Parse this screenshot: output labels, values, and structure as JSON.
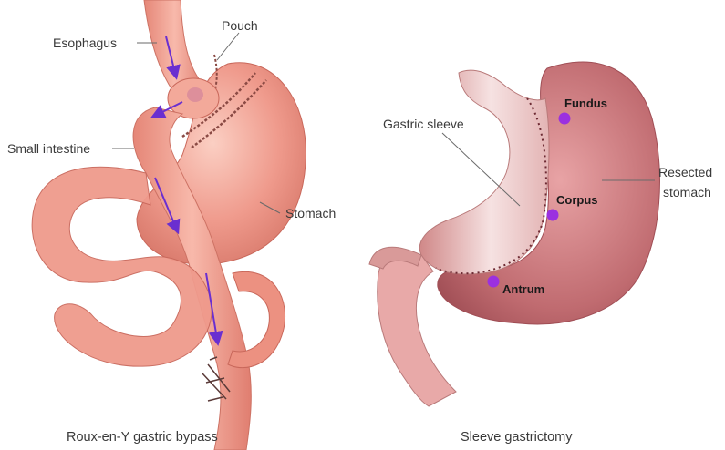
{
  "left_panel": {
    "labels": {
      "esophagus": "Esophagus",
      "pouch": "Pouch",
      "small_intestine": "Small intestine",
      "stomach": "Stomach"
    },
    "caption": "Roux-en-Y gastric bypass"
  },
  "right_panel": {
    "labels": {
      "gastric_sleeve": "Gastric sleeve",
      "resected_line1": "Resected",
      "resected_line2": "stomach"
    },
    "regions": {
      "fundus": "Fundus",
      "corpus": "Corpus",
      "antrum": "Antrum"
    },
    "caption": "Sleeve gastrictomy"
  },
  "colors": {
    "tissue": "#ef9a8c",
    "tissue_dark": "#d9786a",
    "tissue_light": "#f8c4b8",
    "sleeve_dark": "#a8545b",
    "sleeve_light": "#f4dede",
    "marker": "#9b30e0",
    "arrow": "#6a2fd0",
    "leader": "#6a6a6a"
  }
}
